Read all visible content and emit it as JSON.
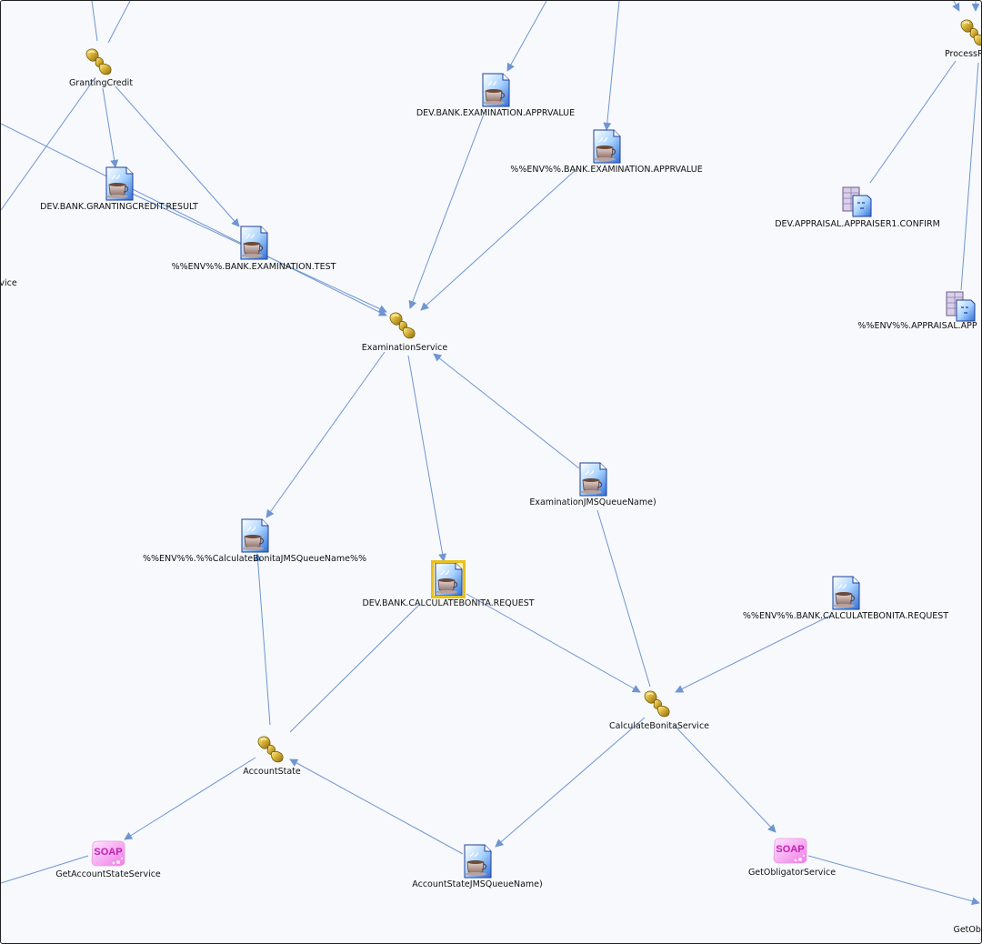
{
  "colors": {
    "edge": "#6f95d2",
    "background": "#f7f9fc",
    "border": "#1f1f1f",
    "selection": "#e8c020"
  },
  "icons": {
    "service": "service-bell-icon",
    "queue": "jms-queue-document-icon",
    "database": "database-table-icon",
    "soap": "soap-service-icon"
  },
  "nodes": {
    "granting_credit": "GrantingCredit",
    "process_partial": "ProcessRe",
    "apprvalue_dev": "DEV.BANK.EXAMINATION.APPRVALUE",
    "apprvalue_env": "%%ENV%%.BANK.EXAMINATION.APPRVALUE",
    "appraiser1_confirm": "DEV.APPRAISAL.APPRAISER1.CONFIRM",
    "granting_result": "DEV.BANK.GRANTINGCREDIT.RESULT",
    "examination_test": "%%ENV%%.BANK.EXAMINATION.TEST",
    "left_service_partial": "vice",
    "appraisal_env_partial": "%%ENV%%.APPRAISAL.APP",
    "examination_service": "ExaminationService",
    "examination_jms": "ExaminationJMSQueueName)",
    "calc_bonita_env_queue": "%%ENV%%.%%CalculateBonitaJMSQueueName%%",
    "calc_bonita_request_dev": "DEV.BANK.CALCULATEBONITA.REQUEST",
    "calc_bonita_request_env": "%%ENV%%.BANK.CALCULATEBONITA.REQUEST",
    "calculate_bonita_service": "CalculateBonitaService",
    "account_state": "AccountState",
    "get_account_state_service": "GetAccountStateService",
    "account_state_jms": "AccountStateJMSQueueName)",
    "get_obligator_service": "GetObligatorService",
    "get_obligator_partial": "GetObl"
  },
  "soap_label": "SOAP"
}
